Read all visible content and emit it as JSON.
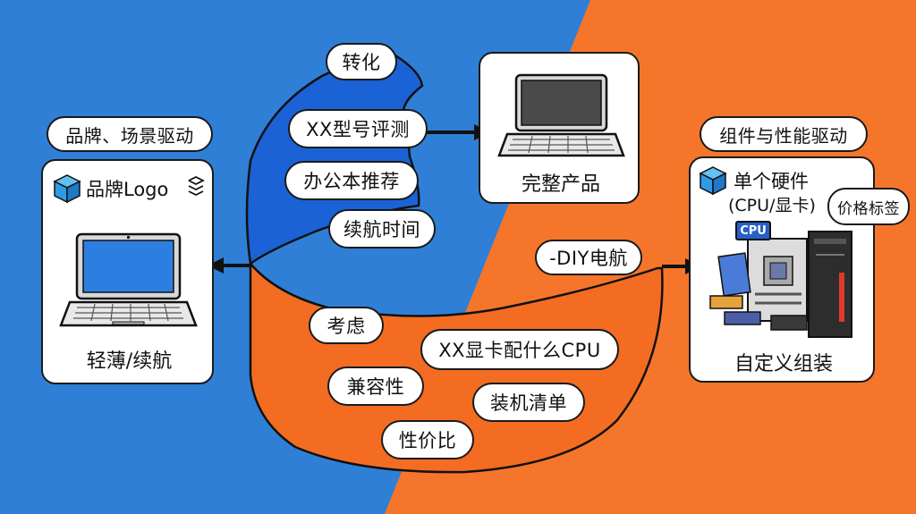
{
  "colors": {
    "blue_bg": "#2f7fd6",
    "orange_bg": "#f5762a",
    "blue_band": "#1a62d6",
    "orange_band": "#f36c22",
    "cube": "#2f9be6"
  },
  "left_panel": {
    "header": "品牌、场景驱动",
    "brand_logo": "品牌Logo",
    "caption": "轻薄/续航"
  },
  "center_product": {
    "caption": "完整产品"
  },
  "right_panel": {
    "header": "组件与性能驱动",
    "title": "单个硬件",
    "subtitle": "(CPU/显卡)",
    "price_tag": "价格标签",
    "chip_label": "CPU",
    "caption": "自定义组装"
  },
  "blue_flow": {
    "top_label": "转化",
    "tags": [
      "XX型号评测",
      "办公本推荐",
      "续航时间"
    ]
  },
  "orange_flow": {
    "top_label": "-DIY电航",
    "tags": [
      "考虑",
      "XX显卡配什么CPU",
      "兼容性",
      "装机清单",
      "性价比"
    ]
  }
}
